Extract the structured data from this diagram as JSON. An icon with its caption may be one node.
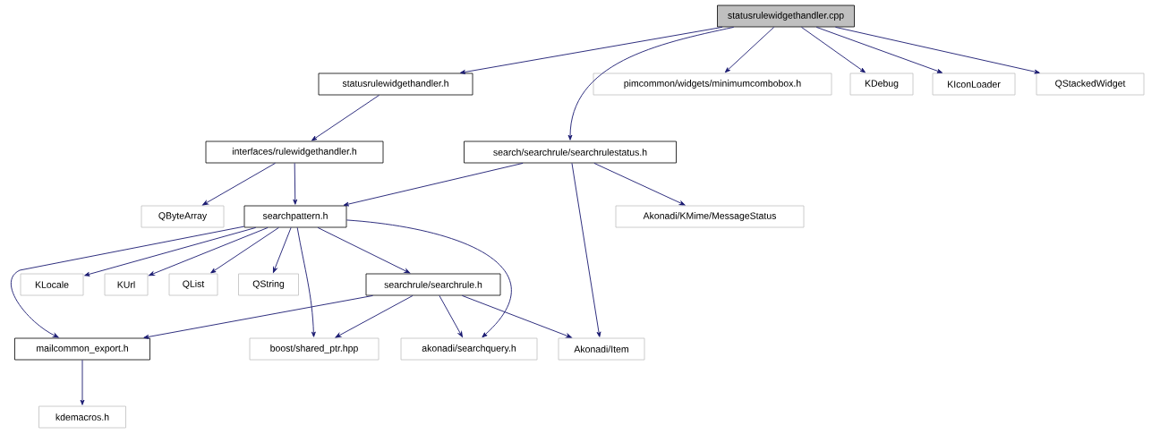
{
  "diagram": {
    "nodes": [
      {
        "text": [
          "statusrulewidgethandler.cpp"
        ]
      },
      {
        "text": [
          "statusrulewidgethandler.h"
        ]
      },
      {
        "text": [
          "pimcommon/widgets/minimumcombobox.h"
        ]
      },
      {
        "text": [
          "KDebug"
        ]
      },
      {
        "text": [
          "KIconLoader"
        ]
      },
      {
        "text": [
          "QStackedWidget"
        ]
      },
      {
        "text": [
          "interfaces/rulewidgethandler.h"
        ]
      },
      {
        "text": [
          "search/searchrule/searchrulestatus.h"
        ]
      },
      {
        "text": [
          "QByteArray"
        ]
      },
      {
        "text": [
          "searchpattern.h"
        ]
      },
      {
        "text": [
          "Akonadi/KMime/MessageStatus"
        ]
      },
      {
        "text": [
          "KLocale"
        ]
      },
      {
        "text": [
          "KUrl"
        ]
      },
      {
        "text": [
          "QList"
        ]
      },
      {
        "text": [
          "QString"
        ]
      },
      {
        "text": [
          "searchrule/searchrule.h"
        ]
      },
      {
        "text": [
          "mailcommon_export.h"
        ]
      },
      {
        "text": [
          "boost/shared_ptr.hpp"
        ]
      },
      {
        "text": [
          "akonadi/searchquery.h"
        ]
      },
      {
        "text": [
          "Akonadi/Item"
        ]
      },
      {
        "text": [
          "kdemacros.h"
        ]
      }
    ],
    "edges": [
      {
        "from": 0,
        "to": 1,
        "arrow": "to"
      },
      {
        "from": 0,
        "to": 7,
        "arrow": "to"
      },
      {
        "from": 0,
        "to": 2,
        "arrow": "to"
      },
      {
        "from": 0,
        "to": 3,
        "arrow": "to"
      },
      {
        "from": 0,
        "to": 4,
        "arrow": "to"
      },
      {
        "from": 0,
        "to": 5,
        "arrow": "to"
      },
      {
        "from": 1,
        "to": 6,
        "arrow": "to"
      },
      {
        "from": 6,
        "to": 8,
        "arrow": "to"
      },
      {
        "from": 6,
        "to": 9,
        "arrow": "to"
      },
      {
        "from": 7,
        "to": 9,
        "arrow": "to"
      },
      {
        "from": 7,
        "to": 10,
        "arrow": "to"
      },
      {
        "from": 7,
        "to": 19,
        "arrow": "to"
      },
      {
        "from": 9,
        "to": 11,
        "arrow": "to"
      },
      {
        "from": 9,
        "to": 12,
        "arrow": "to"
      },
      {
        "from": 9,
        "to": 13,
        "arrow": "to"
      },
      {
        "from": 9,
        "to": 14,
        "arrow": "to"
      },
      {
        "from": 9,
        "to": 17,
        "arrow": "to"
      },
      {
        "from": 9,
        "to": 15,
        "arrow": "to"
      },
      {
        "from": 9,
        "to": 18,
        "arrow": "to"
      },
      {
        "from": 9,
        "to": 16,
        "arrow": "to"
      },
      {
        "from": 15,
        "to": 16,
        "arrow": "to"
      },
      {
        "from": 15,
        "to": 17,
        "arrow": "to"
      },
      {
        "from": 15,
        "to": 18,
        "arrow": "to"
      },
      {
        "from": 15,
        "to": 19,
        "arrow": "to"
      },
      {
        "from": 16,
        "to": 20,
        "arrow": "to"
      }
    ]
  }
}
